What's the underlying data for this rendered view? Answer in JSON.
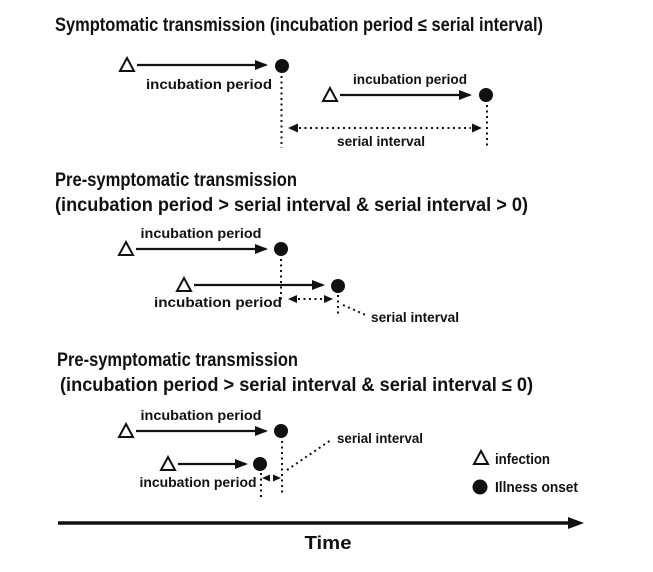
{
  "colors": {
    "ink": "#111111",
    "paper": "#ffffff"
  },
  "sections": [
    {
      "title": "Symptomatic transmission (incubation period ≤ serial interval)",
      "infector_arrow_label": "incubation period",
      "infectee_arrow_label": "incubation period",
      "serial_interval_label": "serial interval"
    },
    {
      "title_line_1": "Pre-symptomatic transmission",
      "title_line_2": "(incubation period > serial interval & serial interval > 0)",
      "infector_arrow_label": "incubation period",
      "infectee_arrow_label": "incubation period",
      "serial_interval_label": "serial interval"
    },
    {
      "title_line_1": "Pre-symptomatic transmission",
      "title_line_2": "(incubation period > serial interval & serial interval ≤ 0)",
      "infector_arrow_label": "incubation period",
      "infectee_arrow_label": "incubation period",
      "serial_interval_label": "serial interval"
    }
  ],
  "legend": {
    "infection_label": "infection",
    "illness_onset_label": "Illness onset",
    "infection_marker": "open-triangle",
    "illness_onset_marker": "filled-circle"
  },
  "time_axis": {
    "label": "Time"
  }
}
